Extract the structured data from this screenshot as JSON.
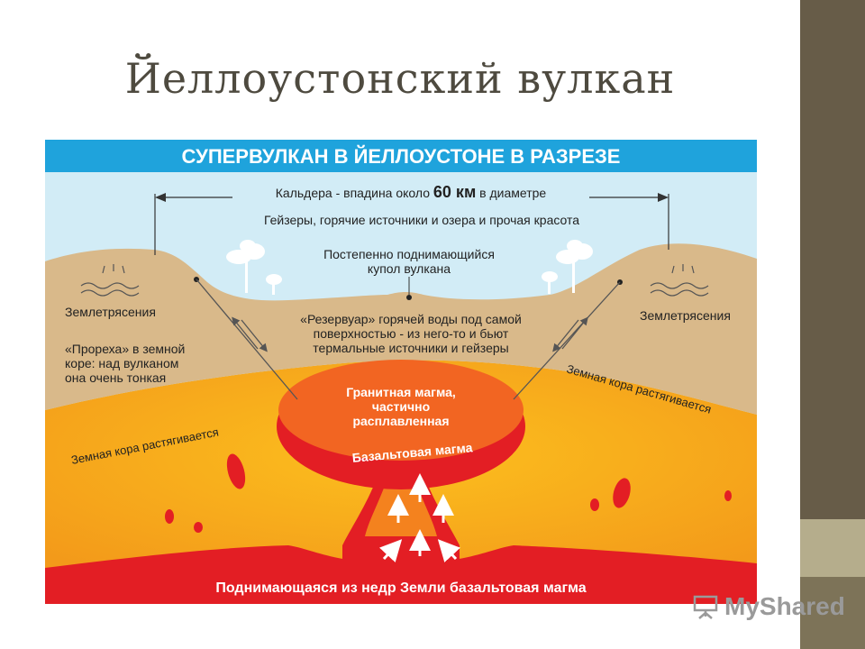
{
  "slide": {
    "title": "Йеллоустонский вулкан",
    "accent_color": "#675c48"
  },
  "diagram": {
    "header": "СУПЕРВУЛКАН В ЙЕЛЛОУСТОНЕ В РАЗРЕЗЕ",
    "caldera_prefix": "Кальдера - впадина около",
    "caldera_value": "60 км",
    "caldera_suffix": "в диаметре",
    "geysers": "Гейзеры, горячие источники и озера и прочая красота",
    "dome_line1": "Постепенно поднимающийся",
    "dome_line2": "купол вулкана",
    "earthquakes_left": "Землетрясения",
    "earthquakes_right": "Землетрясения",
    "reservoir_line1": "«Резервуар» горячей воды под самой",
    "reservoir_line2": "поверхностью - из него-то и бьют",
    "reservoir_line3": "термальные источники и гейзеры",
    "rift_line1": "«Прореха» в земной",
    "rift_line2": "коре: над вулканом",
    "rift_line3": "она очень тонкая",
    "crust_left": "Земная кора растягивается",
    "crust_right": "Земная кора растягивается",
    "granite_line1": "Гранитная магма,",
    "granite_line2": "частично",
    "granite_line3": "расплавленная",
    "basalt": "Базальтовая магма",
    "rising": "Поднимающаяся из недр Земли базальтовая магма",
    "colors": {
      "sky": "#d2ecf6",
      "header_bg": "#1fa3dc",
      "crust": "#d9b98a",
      "mantle": "#f7a51d",
      "deep": "#e31e24",
      "granite": "#f26522"
    }
  },
  "watermark": {
    "text": "MyShared",
    "icon": "presentation-board-icon"
  }
}
